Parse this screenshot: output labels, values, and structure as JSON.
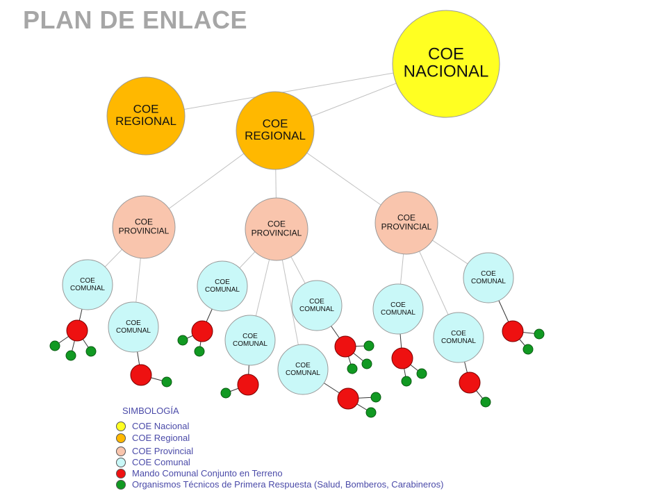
{
  "title": "PLAN DE ENLACE",
  "colors": {
    "nacional": "#ffff22",
    "regional": "#ffb800",
    "provincial": "#f9c5ad",
    "comunal": "#c9f8f8",
    "mando": "#ee1111",
    "organismos": "#119922",
    "line": "#c0c0c0"
  },
  "nodes": {
    "nacional": {
      "line1": "COE",
      "line2": "NACIONAL"
    },
    "regional_1": {
      "line1": "COE",
      "line2": "REGIONAL"
    },
    "regional_2": {
      "line1": "COE",
      "line2": "REGIONAL"
    },
    "provincial_1": {
      "line1": "COE",
      "line2": "PROVINCIAL"
    },
    "provincial_2": {
      "line1": "COE",
      "line2": "PROVINCIAL"
    },
    "provincial_3": {
      "line1": "COE",
      "line2": "PROVINCIAL"
    },
    "comunal_label": {
      "line1": "COE",
      "line2": "COMUNAL"
    }
  },
  "legend": {
    "title": "SIMBOLOGÍA",
    "items": [
      {
        "key": "nacional",
        "label": "COE Nacional"
      },
      {
        "key": "regional",
        "label": "COE Regional"
      },
      {
        "key": "provincial",
        "label": "COE Provincial"
      },
      {
        "key": "comunal",
        "label": "COE Comunal"
      },
      {
        "key": "mando",
        "label": "Mando Comunal Conjunto en Terreno"
      },
      {
        "key": "organismos",
        "label": "Organismos Técnicos de Primera Respuesta (Salud, Bomberos, Carabineros)"
      }
    ]
  }
}
